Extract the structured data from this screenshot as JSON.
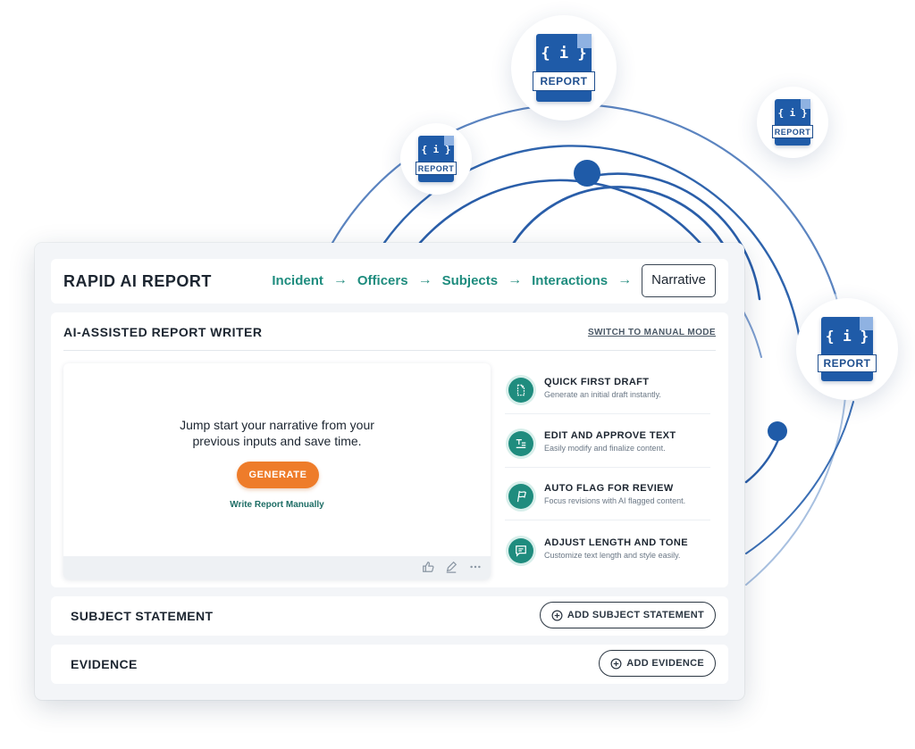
{
  "header": {
    "title": "RAPID AI REPORT",
    "steps": [
      "Incident",
      "Officers",
      "Subjects",
      "Interactions",
      "Narrative"
    ],
    "arrow": "→",
    "active_step": "Narrative"
  },
  "writer": {
    "title": "AI-ASSISTED REPORT WRITER",
    "switch_label": "SWITCH TO MANUAL MODE",
    "prompt": "Jump start your narrative from your previous inputs and save time.",
    "generate_label": "GENERATE",
    "manual_label": "Write Report Manually",
    "footer_icons": [
      "thumbs-up-icon",
      "pencil-icon",
      "more-icon"
    ]
  },
  "features": [
    {
      "title": "QUICK FIRST DRAFT",
      "desc": "Generate an initial draft instantly.",
      "icon": "document-icon"
    },
    {
      "title": "EDIT AND APPROVE TEXT",
      "desc": "Easily modify and finalize content.",
      "icon": "text-edit-icon"
    },
    {
      "title": "AUTO FLAG FOR REVIEW",
      "desc": "Focus revisions with AI flagged content.",
      "icon": "flag-icon"
    },
    {
      "title": "ADJUST LENGTH AND TONE",
      "desc": "Customize text length and style easily.",
      "icon": "message-icon"
    }
  ],
  "sections": {
    "subject": {
      "title": "SUBJECT STATEMENT",
      "button": "ADD SUBJECT STATEMENT"
    },
    "evidence": {
      "title": "EVIDENCE",
      "button": "ADD EVIDENCE"
    }
  },
  "report_badges": [
    {
      "brace": "{ i }",
      "label": "REPORT"
    },
    {
      "brace": "{ i }",
      "label": "REPORT"
    },
    {
      "brace": "{ i }",
      "label": "REPORT"
    },
    {
      "brace": "{ i }",
      "label": "REPORT"
    }
  ],
  "colors": {
    "accent_teal": "#1f8c7e",
    "generate_orange": "#ee7c2a",
    "orbit_blue": "#1f5ba8"
  }
}
